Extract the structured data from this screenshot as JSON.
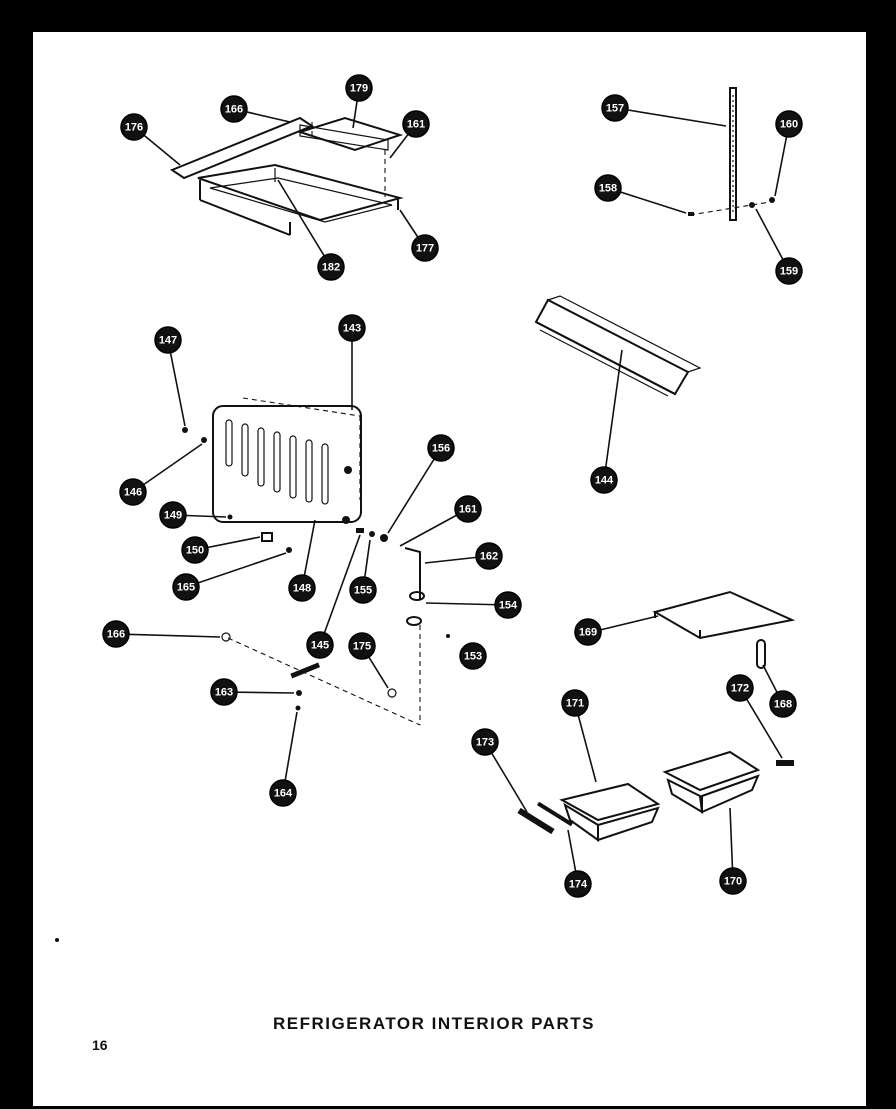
{
  "title": "REFRIGERATOR INTERIOR PARTS",
  "page_number": "16",
  "callouts": [
    "176",
    "166",
    "179",
    "161",
    "177",
    "182",
    "157",
    "160",
    "158",
    "159",
    "147",
    "143",
    "144",
    "146",
    "156",
    "161",
    "149",
    "150",
    "162",
    "165",
    "148",
    "155",
    "154",
    "145",
    "166",
    "175",
    "153",
    "169",
    "163",
    "172",
    "168",
    "171",
    "173",
    "164",
    "174",
    "170"
  ]
}
